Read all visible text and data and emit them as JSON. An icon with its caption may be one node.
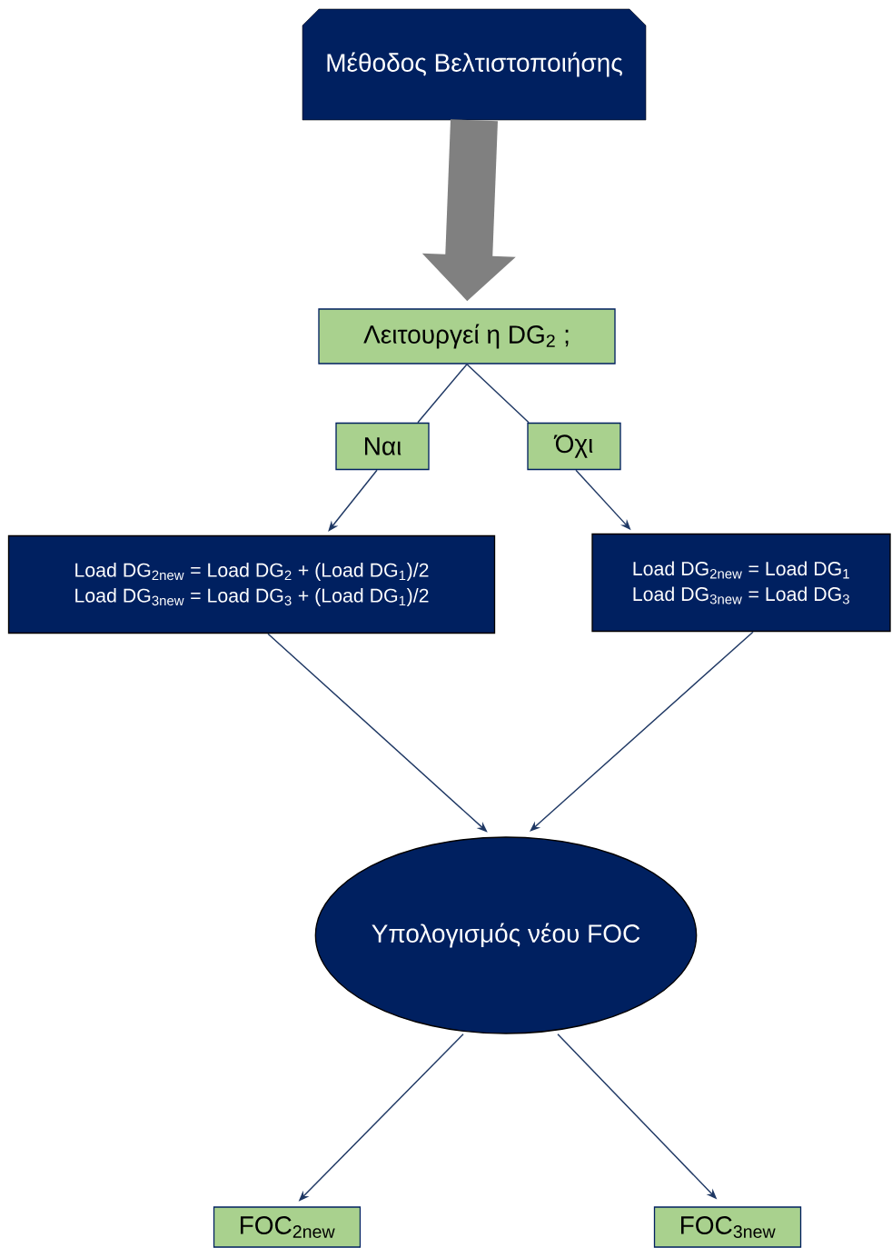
{
  "diagram": {
    "nodes": [
      {
        "text": [
          "Μέθοδος Βελτιστοποιήσης"
        ]
      },
      {
        "text": [
          "Λειτουργεί η DG$_{2}$ ;"
        ]
      },
      {
        "text": [
          "Ναι"
        ]
      },
      {
        "text": [
          "Όχι"
        ]
      },
      {
        "text": [
          "Load DG$_{2new}$ = Load DG$_{2}$ + (Load DG$_{1}$)/2",
          "Load DG$_{3new}$ = Load DG$_{3}$ + (Load DG$_{1}$)/2"
        ]
      },
      {
        "text": [
          "Load DG$_{2new}$ = Load DG$_{1}$",
          "Load DG$_{3new}$ = Load DG$_{3}$"
        ]
      },
      {
        "text": [
          "Υπολογισμός νέου FOC"
        ]
      },
      {
        "text": [
          "FOC$_{2new}$"
        ]
      },
      {
        "text": [
          "FOC$_{3new}$"
        ]
      }
    ],
    "edges": [
      {
        "from": 0,
        "to": 1,
        "arrow": "to",
        "style": "thick",
        "color": "#808080"
      },
      {
        "from": 1,
        "to": 2,
        "arrow": "none"
      },
      {
        "from": 1,
        "to": 3,
        "arrow": "none"
      },
      {
        "from": 2,
        "to": 4,
        "arrow": "to"
      },
      {
        "from": 3,
        "to": 5,
        "arrow": "to"
      },
      {
        "from": 4,
        "to": 6,
        "arrow": "to"
      },
      {
        "from": 5,
        "to": 6,
        "arrow": "to"
      },
      {
        "from": 6,
        "to": 7,
        "arrow": "to"
      },
      {
        "from": 6,
        "to": 8,
        "arrow": "to"
      }
    ]
  }
}
